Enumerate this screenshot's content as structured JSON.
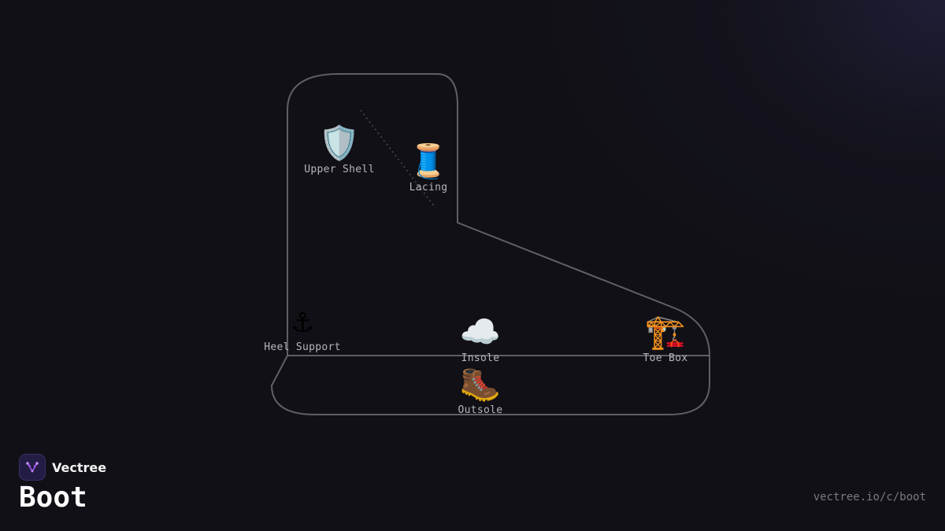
{
  "diagram": {
    "parts": [
      {
        "id": "upper-shell",
        "label": "Upper Shell",
        "icon": "shield-icon",
        "glyph": "🛡️"
      },
      {
        "id": "lacing",
        "label": "Lacing",
        "icon": "thread-spool-icon",
        "glyph": "🧵"
      },
      {
        "id": "heel-support",
        "label": "Heel Support",
        "icon": "anchor-icon",
        "glyph": "⚓"
      },
      {
        "id": "insole",
        "label": "Insole",
        "icon": "cloud-icon",
        "glyph": "☁️"
      },
      {
        "id": "toe-box",
        "label": "Toe Box",
        "icon": "construction-crane-icon",
        "glyph": "🏗️"
      },
      {
        "id": "outsole",
        "label": "Outsole",
        "icon": "hiking-boot-icon",
        "glyph": "🥾"
      }
    ],
    "colors": {
      "outline": "#5f5f66",
      "connector": "#4a4a52",
      "label": "#b6b6bd"
    }
  },
  "brand": {
    "name": "Vectree",
    "icon": "vectree-logo-icon",
    "accent": "#a35cf0"
  },
  "page": {
    "title": "Boot",
    "url": "vectree.io/c/boot"
  }
}
